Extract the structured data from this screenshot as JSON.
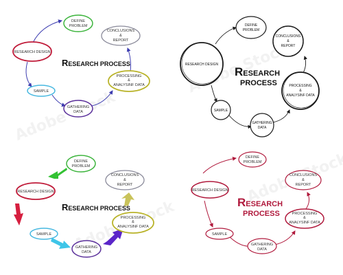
{
  "colors": {
    "define_problem": "#3cb43c",
    "research_design": "#c01c3a",
    "sample": "#47b8e0",
    "gathering_data": "#5a2f9a",
    "processing": "#b9b32a",
    "conclusions": "#8a8a9a",
    "arrow_blue": "#3c3cb0",
    "arrow_green": "#33c233",
    "arrow_red": "#d61f3f",
    "arrow_cyan": "#3ec5e8",
    "arrow_purple": "#5b26c9",
    "arrow_olive": "#c9c35a",
    "mono": "#1a1a1a",
    "crimson": "#b0193c"
  },
  "panels": [
    {
      "style": "colored-thin-arrows",
      "title_initial": "R",
      "title_rest": "ESEARCH PROCESS",
      "nodes": {
        "define": [
          "DEFINE",
          "PROBLEM"
        ],
        "research": [
          "RESEARCH DESIGN"
        ],
        "sample": [
          "SAMPLE"
        ],
        "gathering": [
          "GATHERING",
          "DATA"
        ],
        "processing": [
          "PROCESSING",
          "&",
          "ANALYSINF DATA"
        ],
        "conclusions": [
          "CONCLUSIONS",
          "&",
          "REPORT"
        ]
      }
    },
    {
      "style": "black-sketch",
      "title_initial": "R",
      "title_line1_rest": "ESEARCH",
      "title_line2": "PROCESS",
      "nodes": {
        "define": [
          "DEFINE",
          "PROBLEM"
        ],
        "research": [
          "RESEARCH DESIGN"
        ],
        "sample": [
          "SAMPLE"
        ],
        "gathering": [
          "GATHERING",
          "DATA"
        ],
        "processing": [
          "PROCESSING",
          "&",
          "ANALYSINF DATA"
        ],
        "conclusions": [
          "CONCLUSIONS",
          "&",
          "REPORT"
        ]
      }
    },
    {
      "style": "colored-bold-arrows",
      "title_initial": "R",
      "title_rest": "ESEARCH PROCESS",
      "nodes": {
        "define": [
          "DEFINE",
          "PROBLEM"
        ],
        "research": [
          "RESEARCH DESIGN"
        ],
        "sample": [
          "SAMPLE"
        ],
        "gathering": [
          "GATHERING",
          "DATA"
        ],
        "processing": [
          "PROCESSING",
          "&",
          "ANALYSINF DATA"
        ],
        "conclusions": [
          "CONCLUSIONS",
          "&",
          "REPORT"
        ]
      }
    },
    {
      "style": "crimson",
      "title_initial": "R",
      "title_line1_rest": "ESEARCH",
      "title_line2": "PROCESS",
      "nodes": {
        "define": [
          "DEFINE",
          "PROBLEM"
        ],
        "research": [
          "RESEARCH DESIGN"
        ],
        "sample": [
          "SAMPLE"
        ],
        "gathering": [
          "GATHERING",
          "DATA"
        ],
        "processing": [
          "PROCESSING",
          "&",
          "ANALYSINF DATA"
        ],
        "conclusions": [
          "CONCLUSIONS",
          "&",
          "REPORT"
        ]
      }
    }
  ],
  "side_id": "132164631",
  "watermark": "Adobe Stock"
}
